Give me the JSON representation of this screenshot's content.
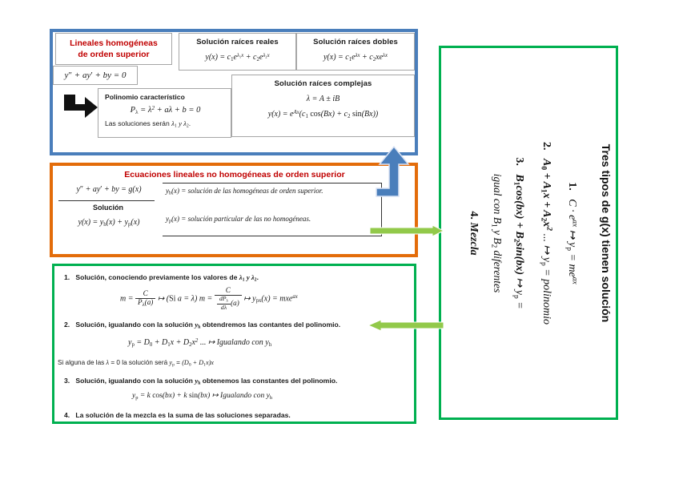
{
  "colors": {
    "blue": "#4A7EBB",
    "orange": "#E36C0A",
    "green": "#00B050",
    "green_arrow": "#92C94A",
    "red_title": "#C00000",
    "black": "#000000"
  },
  "blue_group": {
    "title": "Lineales homogéneas de orden superior",
    "title_line1": "Lineales homogéneas",
    "title_line2": "de orden superior",
    "equation": "y'' + a y' + b y = 0",
    "polynomial": {
      "heading": "Polinomio característico",
      "formula": "Pλ = λ² + aλ + b = 0",
      "note": "Las soluciones serán λ₁ y λ₂."
    },
    "real_roots": {
      "title": "Solución raíces reales",
      "formula": "y(x) = c₁e^{λ₁x} + c₂e^{λ₂x}"
    },
    "double_roots": {
      "title": "Solución raíces dobles",
      "formula": "y(x) = c₁e^{λx} + c₂xe^{λx}"
    },
    "complex_roots": {
      "title": "Solución raíces complejas",
      "lambda": "λ = A ± iB",
      "formula": "y(x) = e^{Ax}(c₁ cos(Bx) + c₂ sin(Bx))"
    }
  },
  "orange_group": {
    "title": "Ecuaciones lineales no homogéneas de orden superior",
    "equation": "y'' + ay' + by = g(x)",
    "solution_label": "Solución",
    "solution_formula": "y(x) = yₕ(x) + yₚ(x)",
    "yh_desc": "yₕ(x) = solución de las homogéneas de orden superior.",
    "yp_desc": "yₚ(x) = solución particular de las no homogéneas."
  },
  "green_left": {
    "items": [
      {
        "num": "1.",
        "text": "Solución, conociendo previamente los valores de λ₁ y λ₂.",
        "formula": "m = C / Pλ(a) ↦ (Si a = λ) m = C / (dPλ/dλ)(a) ↦ yₚ(x) = mxe^{ax}"
      },
      {
        "num": "2.",
        "text": "Solución, igualando con la solución yₕ obtendremos las contantes del polinomio.",
        "formula": "yₚ = D₀ + D₁x + D₂x² ... ↦ Igualando con yₕ",
        "note": "Si alguna de las λ = 0 la solución será yₚ = (D₀ + D₁x)x"
      },
      {
        "num": "3.",
        "text": "Solución, igualando con la solución yₕ obtenemos las constantes del polinomio.",
        "formula": "yₚ = k cos(bx) + k sin(bx) ↦ Igualando con yₕ"
      },
      {
        "num": "4.",
        "text": "La solución de la mezcla es la suma de las soluciones separadas.",
        "formula": ""
      }
    ]
  },
  "green_right": {
    "title": "Tres tipos de g(x) tienen solución",
    "items": [
      {
        "num": "1.",
        "text": "C · e^{ax} ↦ yₚ = me^{ax}"
      },
      {
        "num": "2.",
        "text": "A₀ + A₁x + A₂x² ... ↦ yₚ = polinomio"
      },
      {
        "num": "3.",
        "text": "B₁cos(bx) + B₂sin(bx) ↦ yₚ ="
      },
      {
        "num": "",
        "text": "igual con B₁ y B₂ diferentes"
      },
      {
        "num": "4.",
        "text": "Mezcla"
      }
    ]
  },
  "arrows": {
    "black_arrow": "black-corner-arrow",
    "blue_arrow": "blue-up-arrow",
    "green_arrow_top": "green-right-arrow",
    "green_arrow_bottom": "green-left-arrow"
  }
}
